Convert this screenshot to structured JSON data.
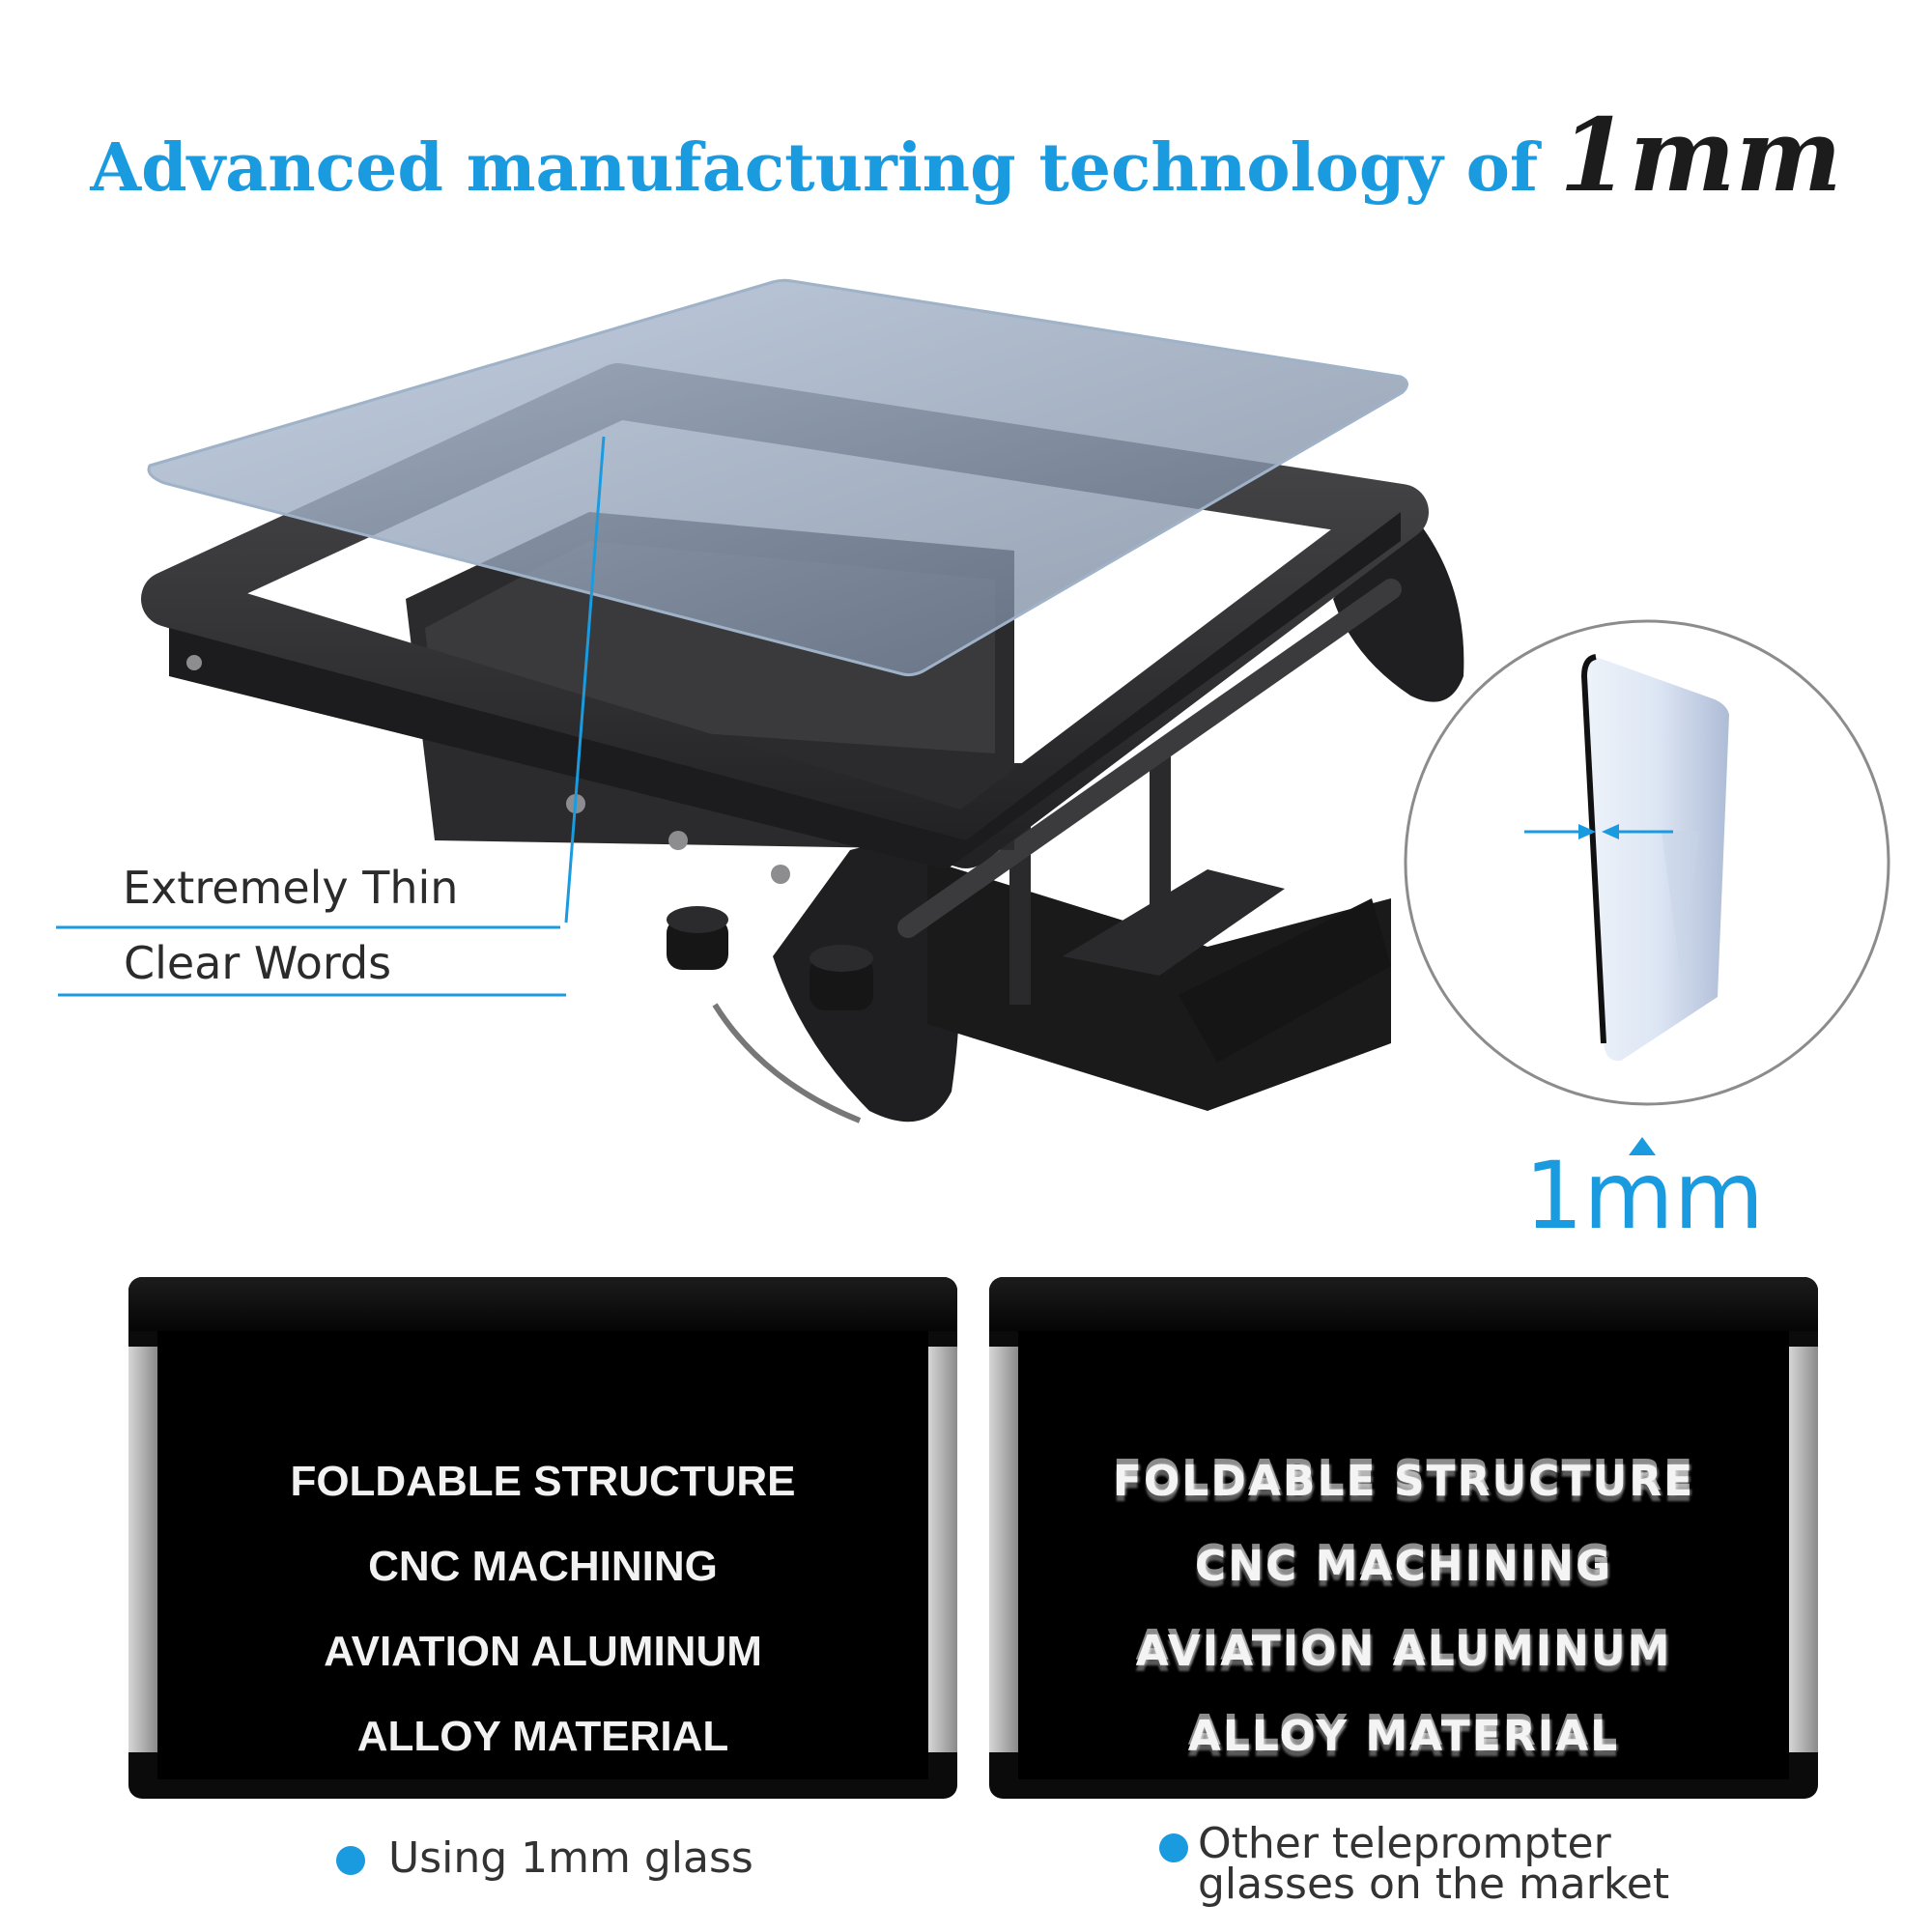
{
  "headline": {
    "lead": "Advanced manufacturing technology of",
    "emphasis": "1mm"
  },
  "callouts": {
    "thin": "Extremely Thin",
    "clear": "Clear Words"
  },
  "thickness_label": "1mm",
  "panel_left": {
    "lines": [
      "FOLDABLE STRUCTURE",
      "CNC MACHINING",
      "AVIATION ALUMINUM",
      "ALLOY MATERIAL"
    ],
    "caption": "Using 1mm glass"
  },
  "panel_right": {
    "lines": [
      "FOLDABLE STRUCTURE",
      "CNC MACHINING",
      "AVIATION ALUMINUM",
      "ALLOY MATERIAL"
    ],
    "caption_line1": "Other teleprompter",
    "caption_line2": "glasses on the market"
  },
  "colors": {
    "accent": "#1a9be0",
    "dark": "#1c1c1c",
    "frame": "#2e2e30"
  }
}
